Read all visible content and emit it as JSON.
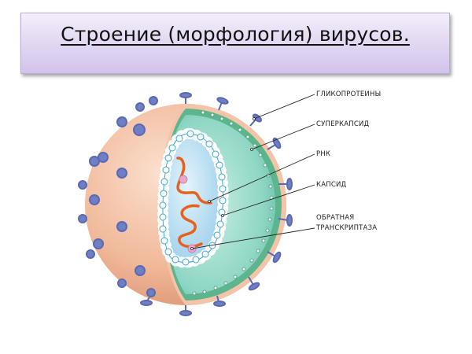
{
  "slide": {
    "title": "Строение (морфология) вирусов."
  },
  "diagram": {
    "subject": "virus-cross-section",
    "labels": [
      {
        "id": "glycoproteins",
        "text": "ГЛИКОПРОТЕИНЫ"
      },
      {
        "id": "supercapsid",
        "text": "СУПЕРКАПСИД"
      },
      {
        "id": "rna",
        "text": "РНК"
      },
      {
        "id": "capsid",
        "text": "КАПСИД"
      },
      {
        "id": "reverse-transcriptase",
        "text_line1": "ОБРАТНАЯ",
        "text_line2": "ТРАНСКРИПТАЗА"
      }
    ],
    "colors": {
      "envelope": "#f1b99a",
      "glycoprotein": "#6f7fc4",
      "matrix": "#8fd6c4",
      "lipid": "#4caa82",
      "capsid_fill": "#ffffff",
      "capsid_stroke": "#3aa6d6",
      "core": "#a9d6ee",
      "rna": "#e8601e",
      "enzyme": "#e9a6cf",
      "title_bg": "#e2d8f2"
    }
  }
}
